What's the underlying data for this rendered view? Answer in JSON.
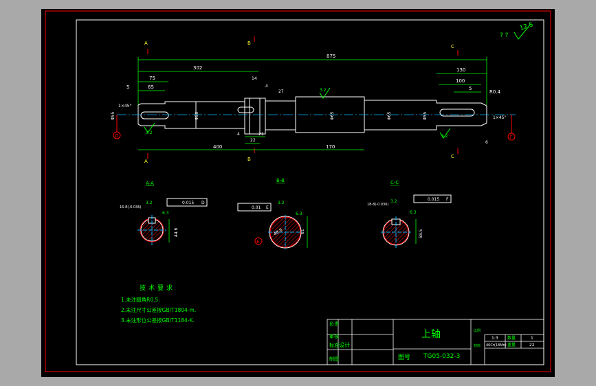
{
  "sections": {
    "top_a": "A",
    "top_b": "B",
    "top_c": "C",
    "bot_a": "A",
    "bot_b": "B",
    "bot_c": "C",
    "aa": "A-A",
    "bb": "B-B",
    "cc": "C-C"
  },
  "roughness": {
    "general": "12.5",
    "qq": "? ?",
    "r1": "3.2",
    "r2": "3.2",
    "r3": "3.2",
    "r4": "3.2"
  },
  "dimensions": {
    "overall": "875",
    "d302": "302",
    "d130": "130",
    "d75": "75",
    "d65": "65",
    "d5": "5",
    "d100": "100",
    "d5b": "5",
    "r04": "R0.4",
    "d14": "14",
    "d4": "4",
    "d27": "27",
    "d400": "400",
    "d170": "170",
    "d21": "21",
    "d22": "22",
    "d4b": "4",
    "d6": "6",
    "chamfer_l": "1×45°",
    "chamfer_r": "1×45°",
    "dia50": "Φ50",
    "dia55": "Φ55",
    "dia65": "Φ65",
    "dia65b": "Φ65",
    "dia55b": "Φ55"
  },
  "datums": {
    "d": "D",
    "e": "E",
    "f": "F"
  },
  "section_aa": {
    "key": "16-8(-0.036)",
    "tol_sym": "⌯",
    "tol": "0.015",
    "ref": "D",
    "r1": "3.2",
    "r2": "6.3",
    "depth": "44.6"
  },
  "section_bb": {
    "key": "",
    "tol_sym": "⌯",
    "tol": "0.01",
    "ref": "E",
    "r1": "3.2",
    "r2": "6.3",
    "depth": "61",
    "inner": "48.6"
  },
  "section_cc": {
    "key": "18-8(-0.036)",
    "tol_sym": "⌯",
    "tol": "0.015",
    "ref": "F",
    "r1": "3.2",
    "r2": "6.3",
    "depth": "58.5"
  },
  "notes": {
    "title": "技术要求",
    "items": [
      "1.未注圆角R0.5.",
      "2.未注尺寸公差按GB/T1804-m.",
      "3.未注形位公差按GB/T1184-K."
    ]
  },
  "title_block": {
    "part_name": "上轴",
    "drawing_no": "TG05-032-3",
    "c1": "负责",
    "c2": "审核",
    "c3": "标准",
    "c4": "制图",
    "c5": "设计",
    "c6": "图号",
    "scale_label": "比例",
    "scale_value": "1:3",
    "material_label": "材料",
    "material_value": "40Cr(18Mn)",
    "qty_label": "数量",
    "qty_value": "1",
    "weight_label": "重量",
    "weight_value": "22"
  },
  "colors": {
    "border": "#ff0000",
    "line": "#ffffff",
    "dim": "#00ff00",
    "center": "#00b4ff",
    "hatch": "#ff0000",
    "title": "#00ff00"
  }
}
